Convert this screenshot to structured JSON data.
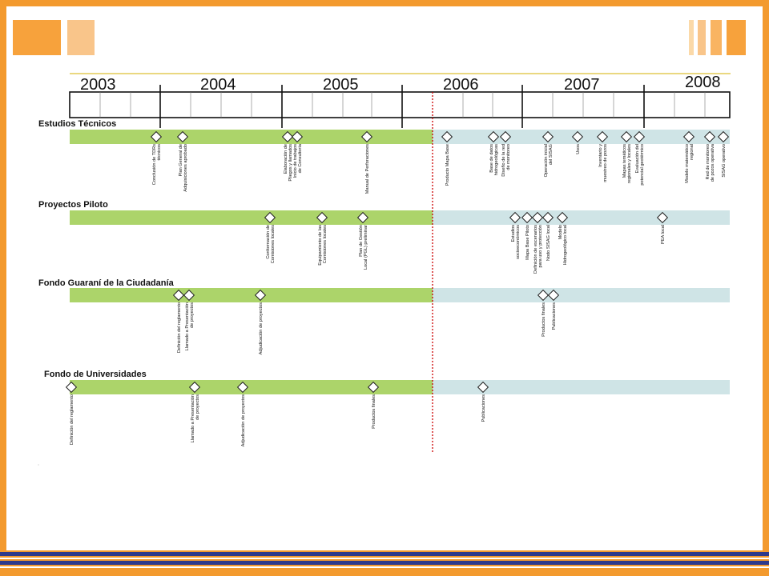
{
  "colors": {
    "frame": "#f39a2e",
    "square_dark": "#f7a23c",
    "square_light": "#f9c58a",
    "past_bar": "#acd46a",
    "future_bar": "#cfe4e6",
    "today_line": "#cc0000",
    "stripe_blue": "#2e3a8c"
  },
  "timeline": {
    "years": [
      "2003",
      "2004",
      "2005",
      "2006",
      "2007",
      "2008"
    ]
  },
  "sections": [
    {
      "title": "Estudios Técnicos",
      "milestones": [
        {
          "label": [
            "Conclusión de TDRs",
            "técnicos"
          ]
        },
        {
          "label": [
            "Plan General de",
            "Adquisiciones aprobado"
          ]
        },
        {
          "label": [
            "Elaboración de",
            "Pliegos y llamados"
          ]
        },
        {
          "label": [
            "Inicio de trabajos",
            "de Consultoría"
          ]
        },
        {
          "label": [
            "Manual de Perforaciones"
          ]
        },
        {
          "label": [
            "Producto Mapa Base"
          ]
        },
        {
          "label": [
            "Base de datos",
            "hidrogeológicas"
          ]
        },
        {
          "label": [
            "Diseño de la red",
            "de monitoreo"
          ]
        },
        {
          "label": [
            "Operación inicial",
            "del SISAG"
          ]
        },
        {
          "label": [
            "Usos"
          ]
        },
        {
          "label": [
            "Inventario y",
            "muestreo de pozos"
          ]
        },
        {
          "label": [
            "Mapas temáticos",
            "regionales y locales"
          ]
        },
        {
          "label": [
            "Evaluación del",
            "potencial geotérmico"
          ]
        },
        {
          "label": [
            "Modelo matemático",
            "regional"
          ]
        },
        {
          "label": [
            "Red de monitoreo",
            "de pozos operativa"
          ]
        },
        {
          "label": [
            "SISAG operativo"
          ]
        }
      ]
    },
    {
      "title": "Proyectos Piloto",
      "milestones": [
        {
          "label": [
            "Conformación de",
            "Comisiones locales"
          ]
        },
        {
          "label": [
            "Equipamiento de las",
            "Comisiones locales"
          ]
        },
        {
          "label": [
            "Plan de Gestión",
            "Local (PGL) preliminar"
          ]
        },
        {
          "label": [
            "Estudios",
            "socioeconómicos"
          ]
        },
        {
          "label": [
            "Mapa Base Piloto"
          ]
        },
        {
          "label": [
            "Definición de escenarios",
            "para uso y protección"
          ]
        },
        {
          "label": [
            "Nodo SISAG local"
          ]
        },
        {
          "label": [
            "Modelo",
            "Hidrogeológico local"
          ]
        },
        {
          "label": [
            "PEA local"
          ]
        }
      ]
    },
    {
      "title": "Fondo Guaraní de la Ciudadanía",
      "milestones": [
        {
          "label": [
            "Definición del reglamento"
          ]
        },
        {
          "label": [
            "Llamado a Presentación",
            "de proyectos"
          ]
        },
        {
          "label": [
            "Adjudicación de proyectos"
          ]
        },
        {
          "label": [
            "Productos finales"
          ]
        },
        {
          "label": [
            "Publicaciones"
          ]
        }
      ]
    },
    {
      "title": "Fondo de Universidades",
      "milestones": [
        {
          "label": [
            "Definición del reglamento"
          ]
        },
        {
          "label": [
            "Llamado a Presentación",
            "de proyectos"
          ]
        },
        {
          "label": [
            "Adjudicación de proyectos"
          ]
        },
        {
          "label": [
            "Productos finales"
          ]
        },
        {
          "label": [
            "Publicaciones"
          ]
        }
      ]
    }
  ]
}
